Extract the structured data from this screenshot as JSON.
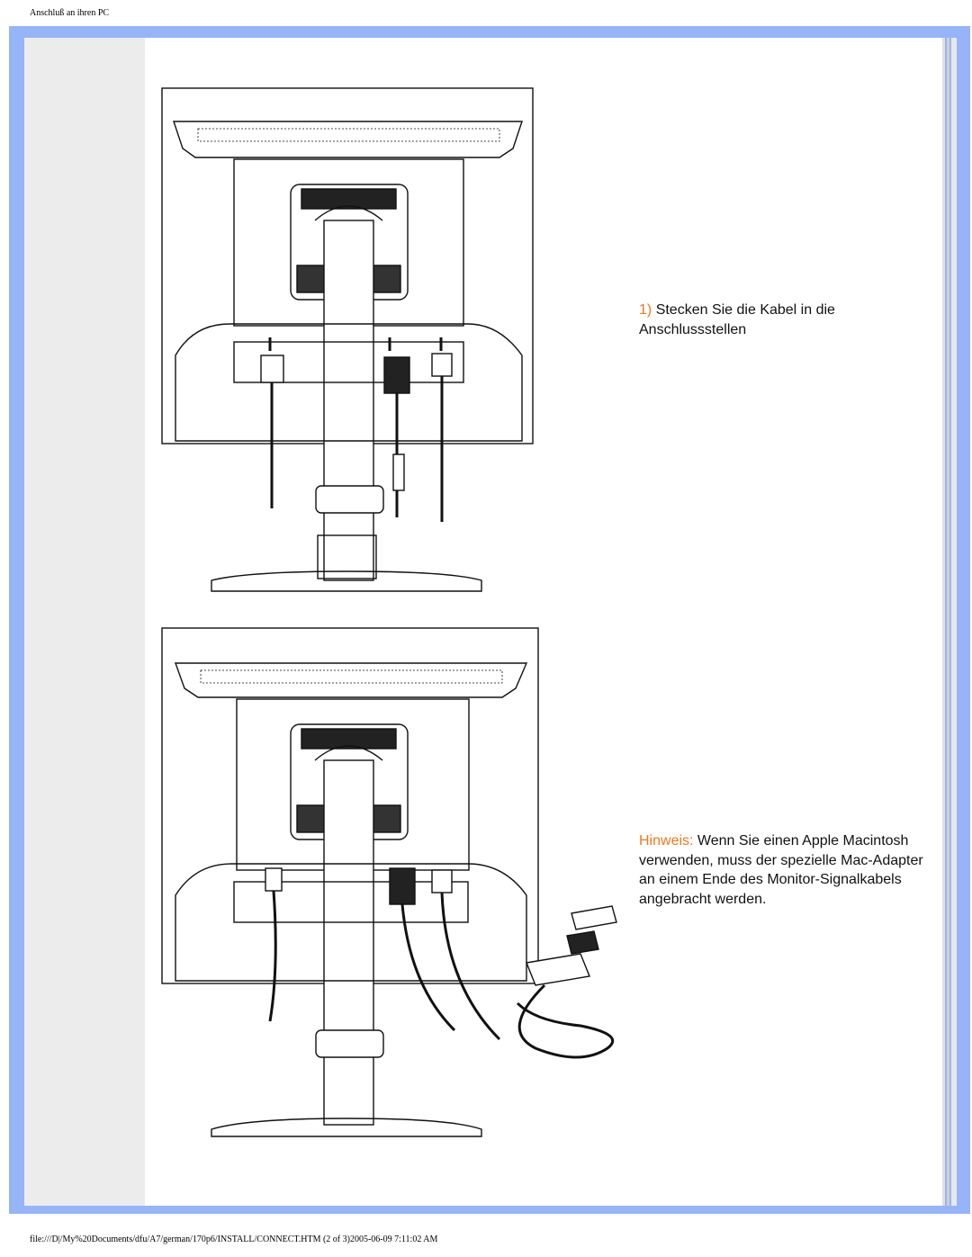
{
  "header": {
    "title": "Anschluß an ihren PC"
  },
  "step1": {
    "number": "1)",
    "text": "Stecken Sie die Kabel in die Anschlussstellen"
  },
  "note": {
    "label": "Hinweis:",
    "text": "Wenn Sie einen Apple Macintosh verwenden, muss der spezielle Mac-Adapter an einem Ende des Monitor-Signalkabels angebracht werden."
  },
  "footer": {
    "path": "file:///D|/My%20Documents/dfu/A7/german/170p6/INSTALL/CONNECT.HTM (2 of 3)2005-06-09 7:11:02 AM"
  },
  "colors": {
    "frame": "#96b4f8",
    "accent": "#f07820"
  },
  "figures": [
    {
      "name": "monitor-back-cables",
      "depicts": "monitor rear with power, DVI and VGA cables"
    },
    {
      "name": "monitor-back-mac-adapter",
      "depicts": "monitor rear with Mac adapter on signal cable"
    }
  ]
}
